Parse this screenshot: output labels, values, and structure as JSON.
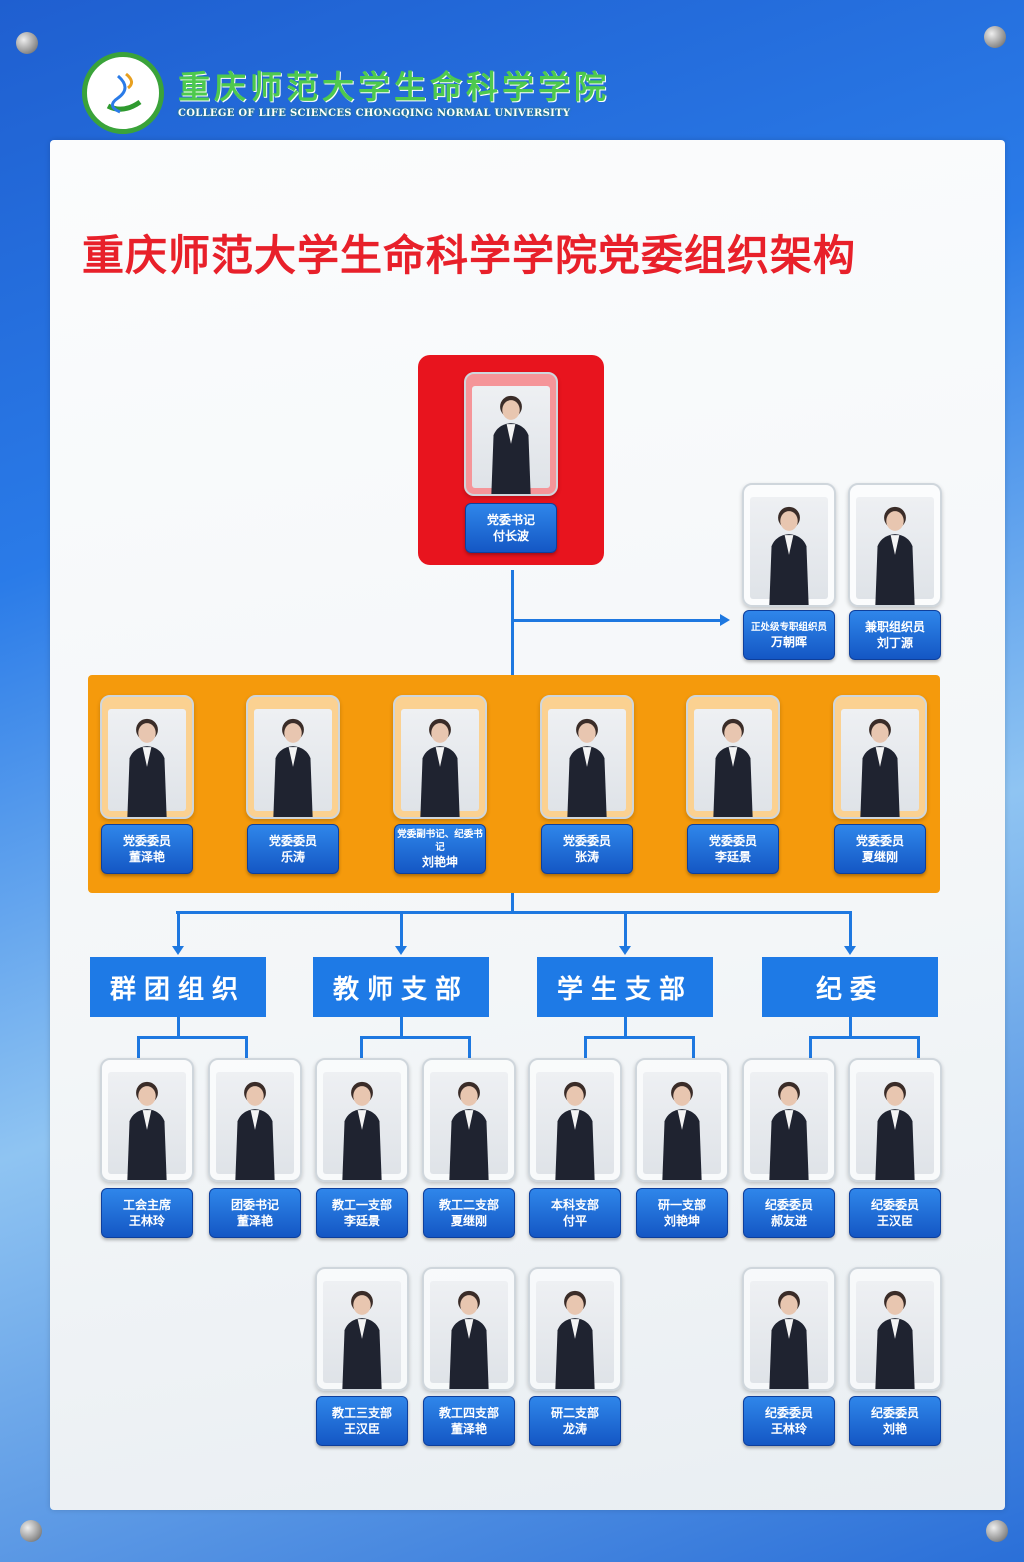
{
  "header": {
    "college_name_cn": "重庆师范大学生命科学学院",
    "college_name_en": "COLLEGE OF LIFE SCIENCES CHONGQING NORMAL UNIVERSITY"
  },
  "title": "重庆师范大学生命科学学院党委组织架构",
  "secretary": {
    "role": "党委书记",
    "name": "付长波"
  },
  "organizers": [
    {
      "role": "正处级专职组织员",
      "name": "万朝晖"
    },
    {
      "role": "兼职组织员",
      "name": "刘丁源"
    }
  ],
  "committee": [
    {
      "role": "党委委员",
      "name": "董泽艳"
    },
    {
      "role": "党委委员",
      "name": "乐涛"
    },
    {
      "role": "党委副书记、纪委书记",
      "name": "刘艳坤"
    },
    {
      "role": "党委委员",
      "name": "张涛"
    },
    {
      "role": "党委委员",
      "name": "李廷景"
    },
    {
      "role": "党委委员",
      "name": "夏继刚"
    }
  ],
  "groups": [
    {
      "label": "群团组织",
      "members": [
        {
          "role": "工会主席",
          "name": "王林玲"
        },
        {
          "role": "团委书记",
          "name": "董泽艳"
        }
      ]
    },
    {
      "label": "教师支部",
      "members": [
        {
          "role": "教工一支部",
          "name": "李廷景"
        },
        {
          "role": "教工二支部",
          "name": "夏继刚"
        },
        {
          "role": "教工三支部",
          "name": "王汉臣"
        },
        {
          "role": "教工四支部",
          "name": "董泽艳"
        }
      ]
    },
    {
      "label": "学生支部",
      "members": [
        {
          "role": "本科支部",
          "name": "付平"
        },
        {
          "role": "研一支部",
          "name": "刘艳坤"
        },
        {
          "role": "研二支部",
          "name": "龙涛"
        }
      ]
    },
    {
      "label": "纪委",
      "members": [
        {
          "role": "纪委委员",
          "name": "郝友进"
        },
        {
          "role": "纪委委员",
          "name": "王汉臣"
        },
        {
          "role": "纪委委员",
          "name": "王林玲"
        },
        {
          "role": "纪委委员",
          "name": "刘艳"
        }
      ]
    }
  ],
  "colors": {
    "red": "#e8141e",
    "orange": "#f59a0c",
    "blue": "#1e7ae6",
    "title_red": "#e8202a"
  }
}
